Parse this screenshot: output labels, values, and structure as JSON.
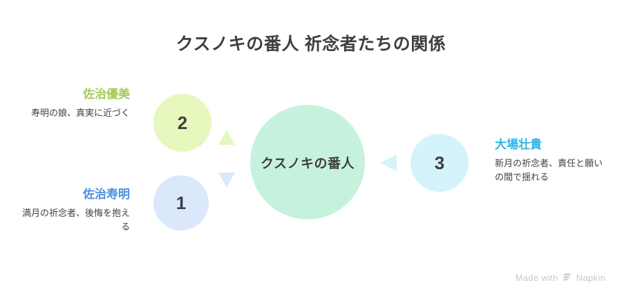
{
  "title": "クスノキの番人 祈念者たちの関係",
  "diagram": {
    "center": {
      "label": "クスノキの番人",
      "color": "#c6f2dd"
    },
    "nodes": [
      {
        "number": "1",
        "color": "#dbe8fc"
      },
      {
        "number": "2",
        "color": "#e6f8bd"
      },
      {
        "number": "3",
        "color": "#d4f3fb"
      }
    ],
    "labels": [
      {
        "name": "佐治優美",
        "description": "寿明の娘、真実に近づく",
        "color": "#a4c95a"
      },
      {
        "name": "佐治寿明",
        "description": "満月の祈念者、後悔を抱える",
        "color": "#4a90e2"
      },
      {
        "name": "大場壮貴",
        "description": "新月の祈念者、責任と願いの間で揺れる",
        "color": "#29b6e8"
      }
    ],
    "arrows": [
      {
        "name": "arrow-up",
        "color": "#e6f8bd"
      },
      {
        "name": "arrow-down",
        "color": "#dbe8fc"
      },
      {
        "name": "arrow-left",
        "color": "#d4f3fb"
      }
    ]
  },
  "watermark": {
    "prefix": "Made with",
    "brand": "Napkin"
  }
}
